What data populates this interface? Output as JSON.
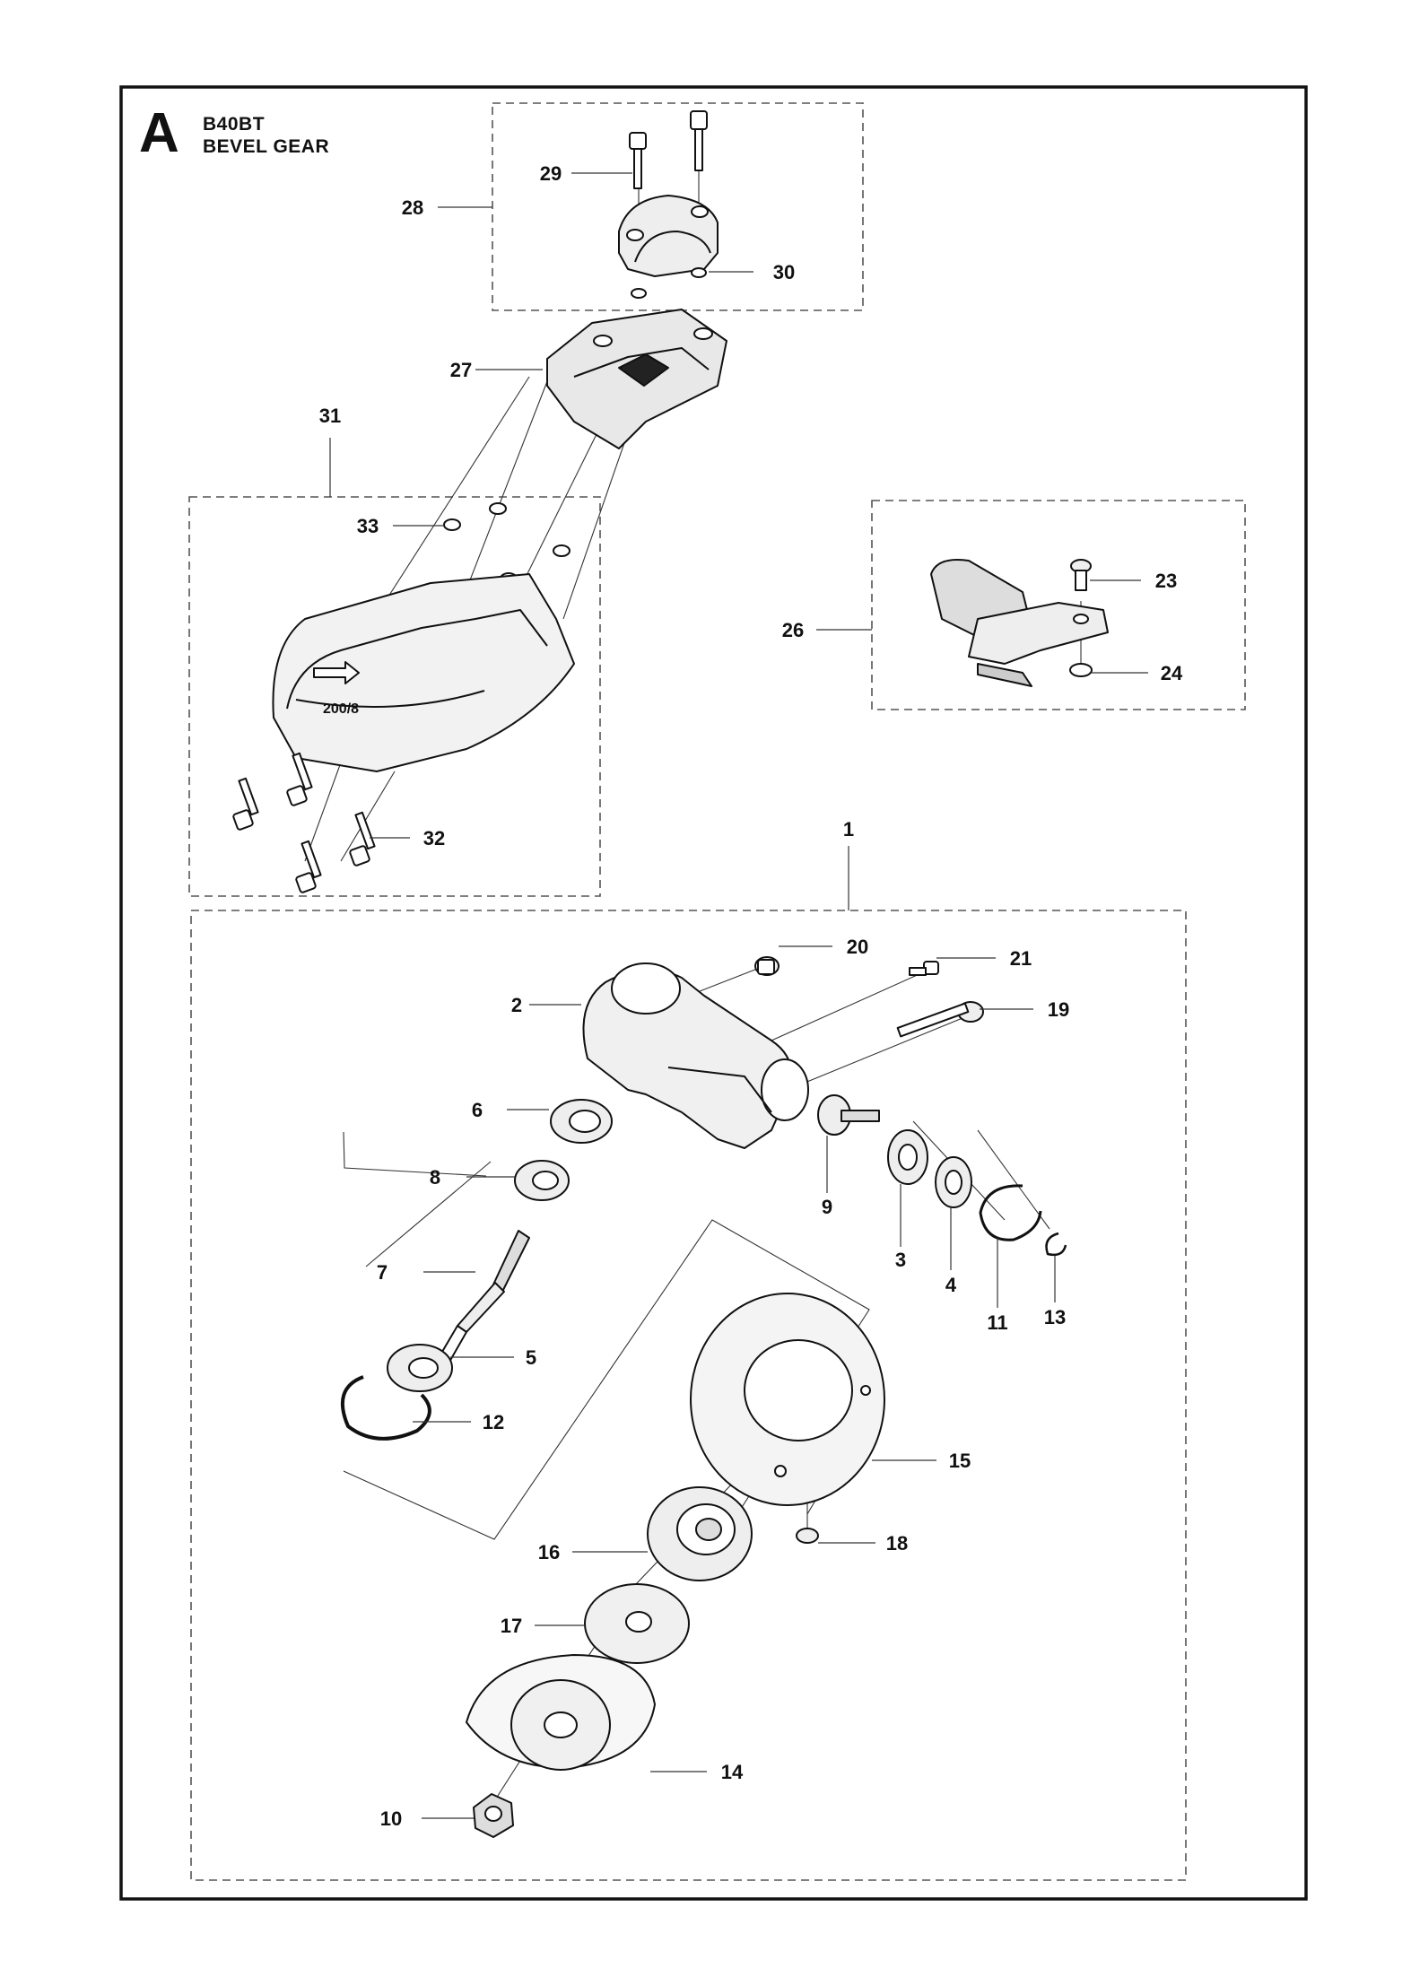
{
  "header": {
    "letter": "A",
    "model": "B40BT",
    "title": "BEVEL GEAR"
  },
  "decal_text": "200/8",
  "callouts": [
    {
      "id": "1",
      "label": "1"
    },
    {
      "id": "2",
      "label": "2"
    },
    {
      "id": "3",
      "label": "3"
    },
    {
      "id": "4",
      "label": "4"
    },
    {
      "id": "5",
      "label": "5"
    },
    {
      "id": "6",
      "label": "6"
    },
    {
      "id": "7",
      "label": "7"
    },
    {
      "id": "8",
      "label": "8"
    },
    {
      "id": "9",
      "label": "9"
    },
    {
      "id": "10",
      "label": "10"
    },
    {
      "id": "11",
      "label": "11"
    },
    {
      "id": "12",
      "label": "12"
    },
    {
      "id": "13",
      "label": "13"
    },
    {
      "id": "14",
      "label": "14"
    },
    {
      "id": "15",
      "label": "15"
    },
    {
      "id": "16",
      "label": "16"
    },
    {
      "id": "17",
      "label": "17"
    },
    {
      "id": "18",
      "label": "18"
    },
    {
      "id": "19",
      "label": "19"
    },
    {
      "id": "20",
      "label": "20"
    },
    {
      "id": "21",
      "label": "21"
    },
    {
      "id": "23",
      "label": "23"
    },
    {
      "id": "24",
      "label": "24"
    },
    {
      "id": "26",
      "label": "26"
    },
    {
      "id": "27",
      "label": "27"
    },
    {
      "id": "28",
      "label": "28"
    },
    {
      "id": "29",
      "label": "29"
    },
    {
      "id": "30",
      "label": "30"
    },
    {
      "id": "31",
      "label": "31"
    },
    {
      "id": "32",
      "label": "32"
    },
    {
      "id": "33",
      "label": "33"
    }
  ]
}
